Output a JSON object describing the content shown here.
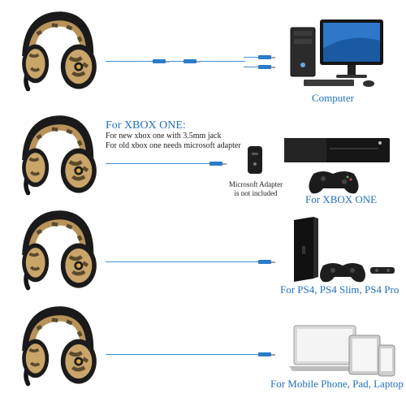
{
  "rows": [
    {
      "caption": "Computer"
    },
    {
      "caption": "For XBOX ONE",
      "note_title": "For XBOX ONE:",
      "note_line1": "For new xbox one with 3.5mm jack",
      "note_line2": "For old xbox one needs microsoft adapter",
      "adapter_line1": "Microsoft Adapter",
      "adapter_line2": "is not included"
    },
    {
      "caption": "For PS4, PS4 Slim, PS4 Pro"
    },
    {
      "caption": "For Mobile Phone, Pad, Laptop"
    }
  ],
  "colors": {
    "accent": "#1f6fbf",
    "cable": "#3f8fd6",
    "camo_dark": "#5b4a2e",
    "camo_light": "#c9a56a",
    "headset_black": "#1b1b1b"
  }
}
